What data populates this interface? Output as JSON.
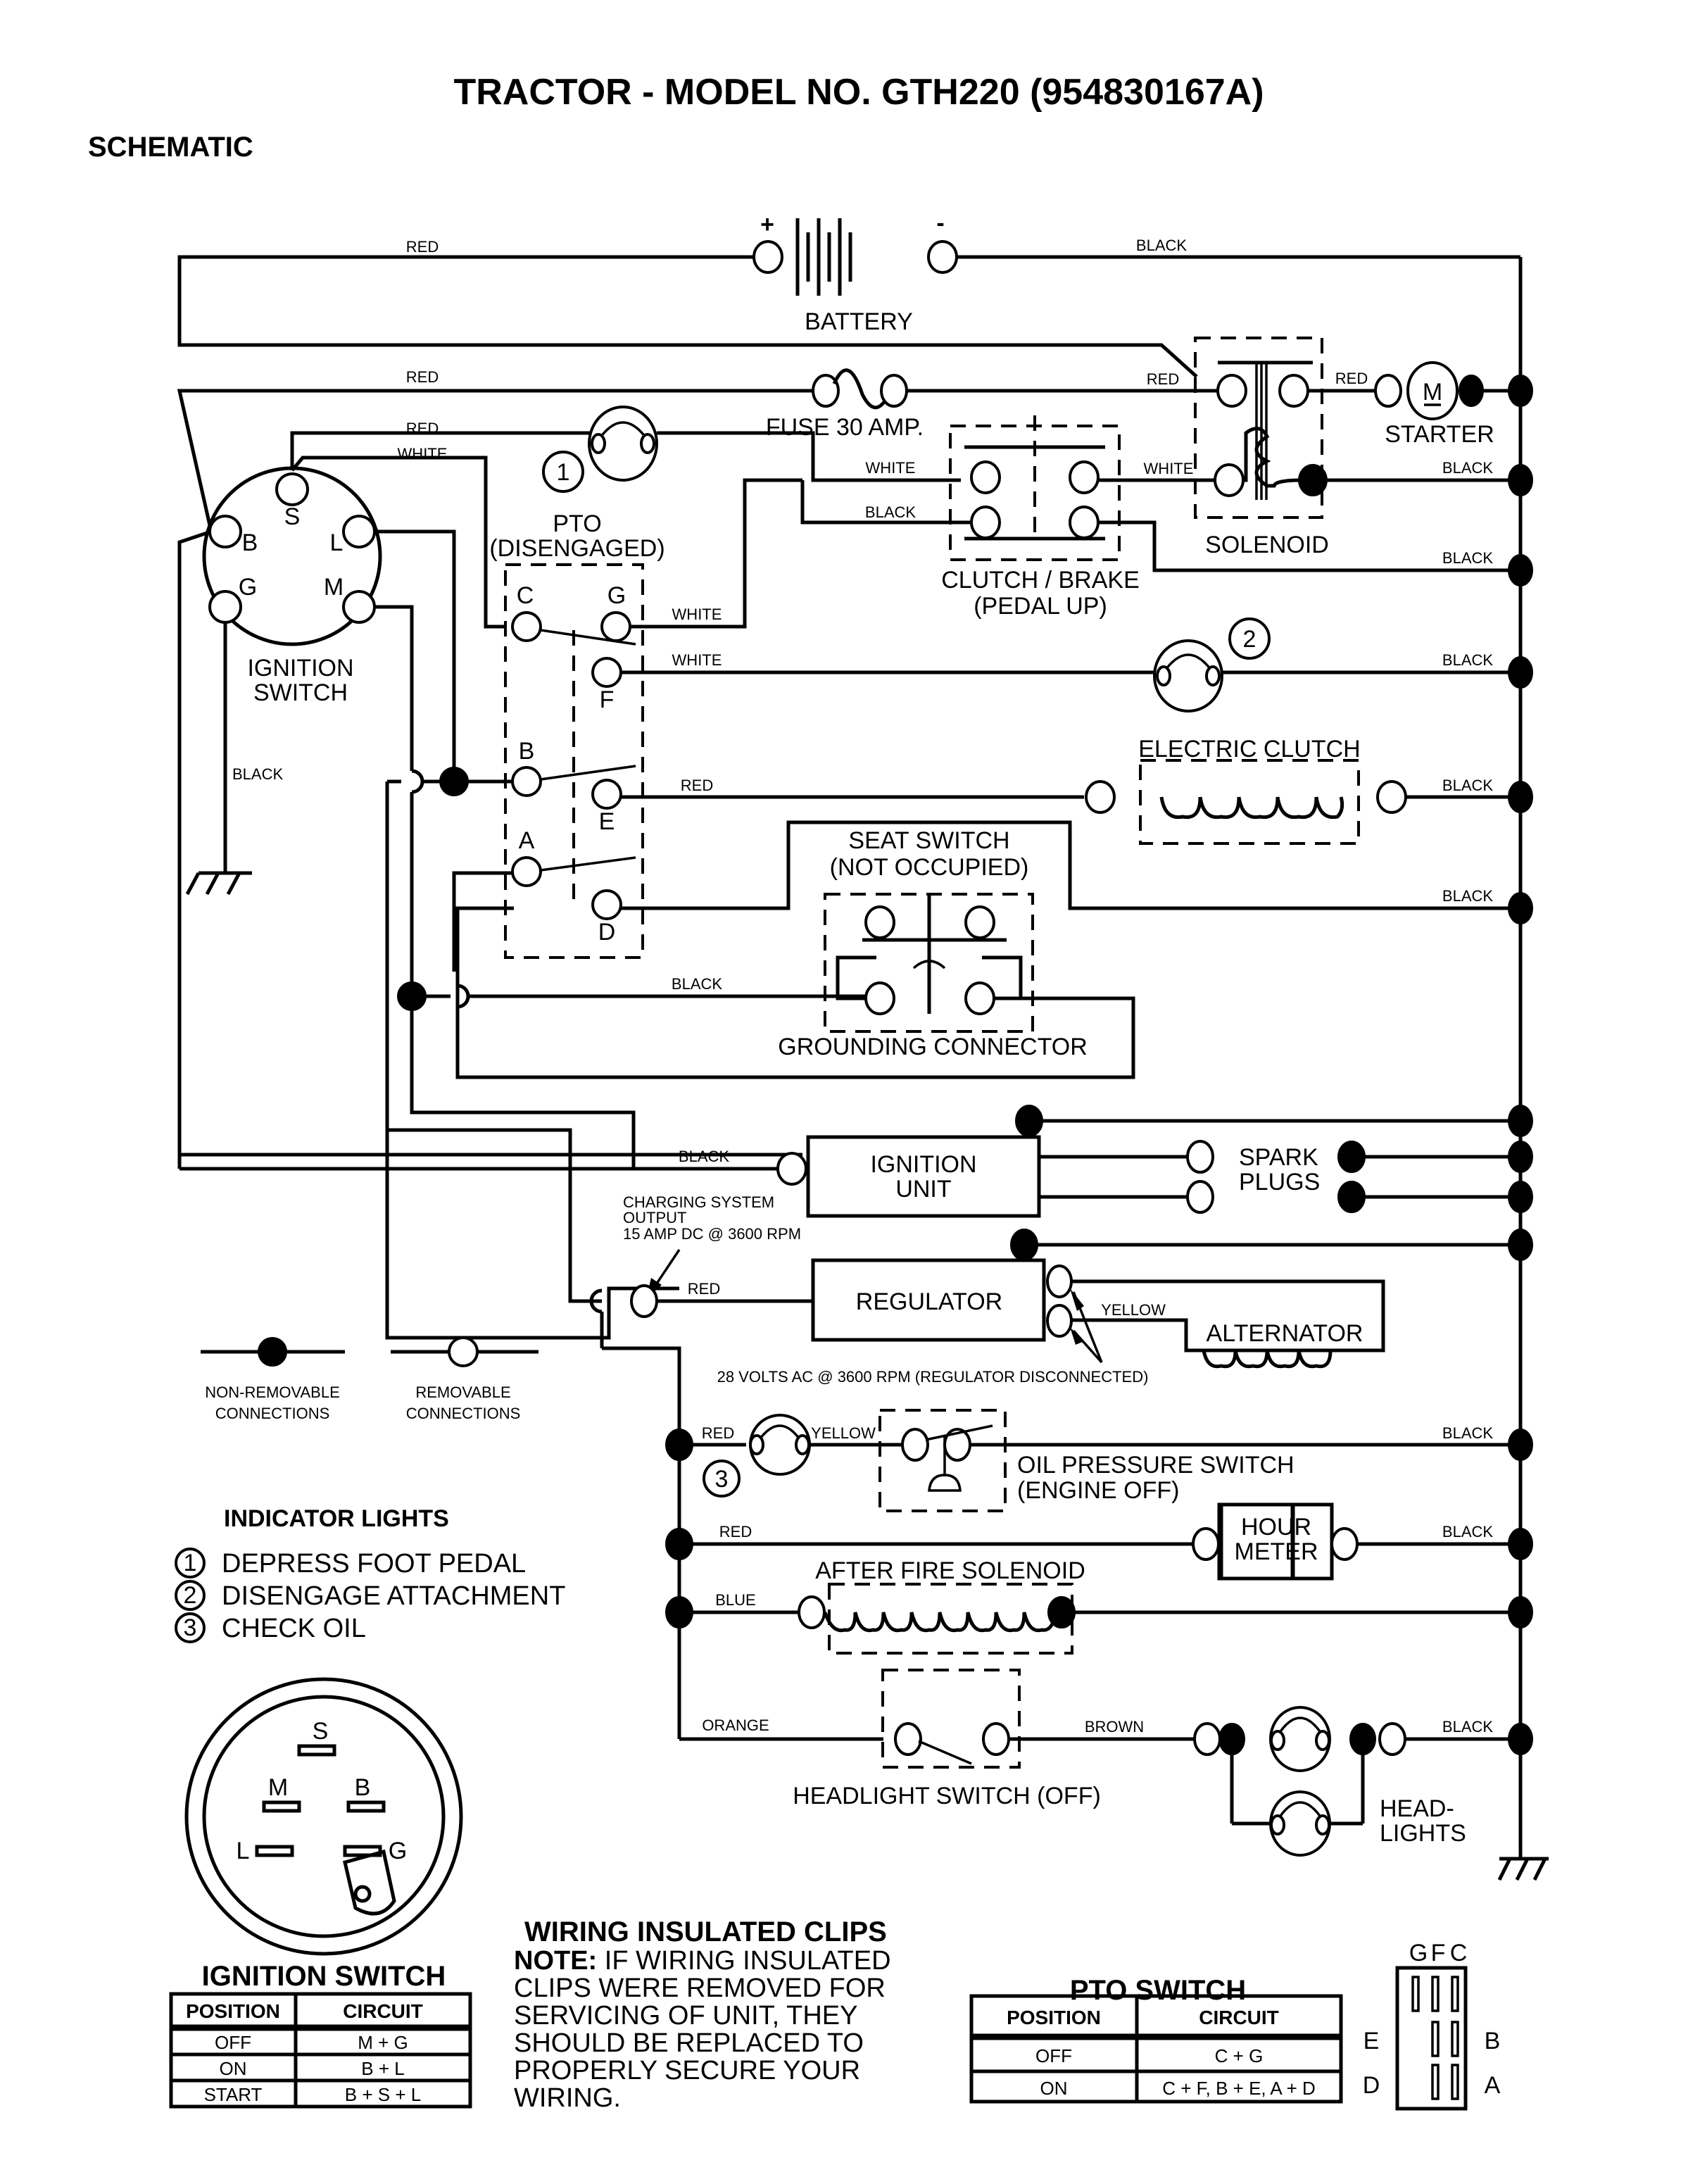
{
  "page": {
    "title": "TRACTOR - MODEL NO. GTH220 (954830167A)",
    "section": "SCHEMATIC"
  },
  "components": {
    "battery": "BATTERY",
    "battery_plus": "+",
    "battery_minus": "-",
    "fuse": "FUSE 30 AMP.",
    "solenoid": "SOLENOID",
    "starter": "STARTER",
    "starter_motor": "M",
    "clutch_brake_1": "CLUTCH / BRAKE",
    "clutch_brake_2": "(PEDAL UP)",
    "ignition_switch_1": "IGNITION",
    "ignition_switch_2": "SWITCH",
    "ign_terminals": {
      "S": "S",
      "B": "B",
      "L": "L",
      "G": "G",
      "M": "M"
    },
    "pto_1": "PTO",
    "pto_2": "(DISENGAGED)",
    "pto_terminals": {
      "C": "C",
      "G": "G",
      "F": "F",
      "B": "B",
      "E": "E",
      "A": "A",
      "D": "D"
    },
    "electric_clutch": "ELECTRIC CLUTCH",
    "seat_switch_1": "SEAT SWITCH",
    "seat_switch_2": "(NOT OCCUPIED)",
    "grounding_connector": "GROUNDING CONNECTOR",
    "ignition_unit_1": "IGNITION",
    "ignition_unit_2": "UNIT",
    "spark_plugs_1": "SPARK",
    "spark_plugs_2": "PLUGS",
    "charging_1": "CHARGING SYSTEM",
    "charging_2": "OUTPUT",
    "charging_3": "15 AMP DC @ 3600 RPM",
    "regulator": "REGULATOR",
    "alternator": "ALTERNATOR",
    "alt_note": "28 VOLTS AC @ 3600 RPM (REGULATOR DISCONNECTED)",
    "oil_switch_1": "OIL PRESSURE SWITCH",
    "oil_switch_2": "(ENGINE OFF)",
    "hour_meter_1": "HOUR",
    "hour_meter_2": "METER",
    "after_fire": "AFTER FIRE SOLENOID",
    "headlight_switch": "HEADLIGHT SWITCH (OFF)",
    "headlights_1": "HEAD-",
    "headlights_2": "LIGHTS",
    "indicator_nums": [
      "1",
      "2",
      "3"
    ]
  },
  "wires": {
    "red": "RED",
    "black": "BLACK",
    "white": "WHITE",
    "yellow": "YELLOW",
    "blue": "BLUE",
    "orange": "ORANGE",
    "brown": "BROWN"
  },
  "legend": {
    "non_removable_1": "NON-REMOVABLE",
    "non_removable_2": "CONNECTIONS",
    "removable_1": "REMOVABLE",
    "removable_2": "CONNECTIONS"
  },
  "indicator_lights": {
    "title": "INDICATOR LIGHTS",
    "items": [
      {
        "num": "1",
        "label": "DEPRESS FOOT PEDAL"
      },
      {
        "num": "2",
        "label": "DISENGAGE ATTACHMENT"
      },
      {
        "num": "3",
        "label": "CHECK OIL"
      }
    ]
  },
  "ignition_switch_diagram": {
    "labels": {
      "S": "S",
      "M": "M",
      "B": "B",
      "L": "L",
      "G": "G"
    },
    "title": "IGNITION SWITCH",
    "table": {
      "headers": [
        "POSITION",
        "CIRCUIT"
      ],
      "rows": [
        [
          "OFF",
          "M + G"
        ],
        [
          "ON",
          "B + L"
        ],
        [
          "START",
          "B + S + L"
        ]
      ]
    }
  },
  "wiring_clips": {
    "title": "WIRING INSULATED CLIPS",
    "note_bold": "NOTE:",
    "lines": [
      " IF WIRING INSULATED",
      "CLIPS WERE REMOVED FOR",
      "SERVICING OF UNIT, THEY",
      "SHOULD BE REPLACED TO",
      "PROPERLY SECURE YOUR",
      "WIRING."
    ]
  },
  "pto_switch": {
    "title": "PTO SWITCH",
    "table": {
      "headers": [
        "POSITION",
        "CIRCUIT"
      ],
      "rows": [
        [
          "OFF",
          "C + G"
        ],
        [
          "ON",
          "C + F, B + E, A + D"
        ]
      ]
    },
    "connector_labels": {
      "top": [
        "G",
        "F",
        "C"
      ],
      "left": [
        "E",
        "D"
      ],
      "right": [
        "B",
        "A"
      ]
    }
  }
}
